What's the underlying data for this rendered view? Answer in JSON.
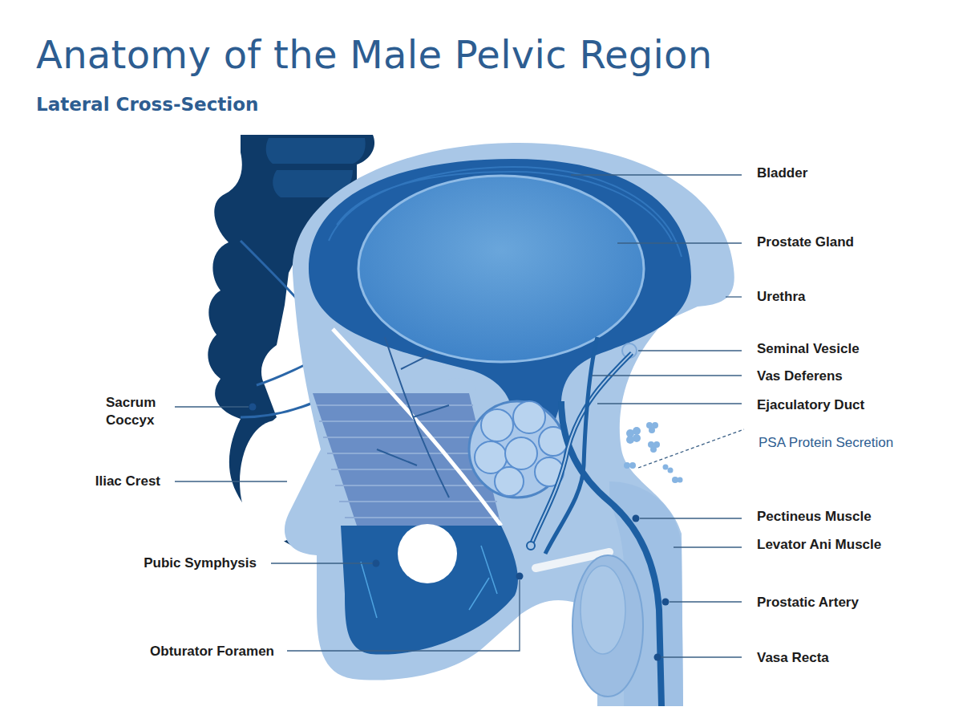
{
  "diagram": {
    "title": "Anatomy of the Male Pelvic Region",
    "labels": [
      "Lateral Cross-Section",
      "Bladder",
      "Prostate Gland",
      "Urethra",
      "Seminal Vesicle",
      "Vas Deferens",
      "Ejaculatory Duct",
      "PSA Protein Secretion",
      "Pectineus Muscle",
      "Levator Ani Muscle",
      "Prostatic Artery",
      "Vasa Recta",
      "Sacrum Coccyx",
      "Iliac Crest",
      "Pubic Symphysis",
      "Obturator Foramen"
    ]
  }
}
